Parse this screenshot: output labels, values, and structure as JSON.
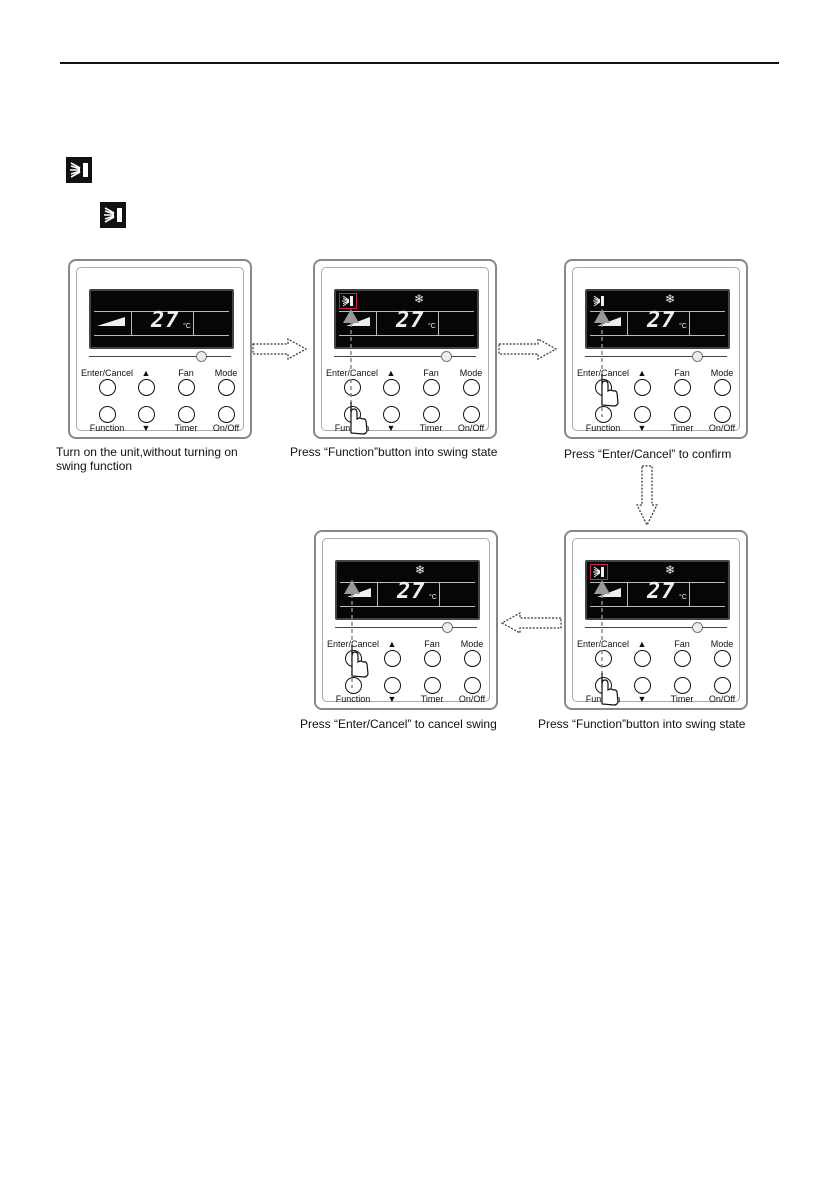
{
  "buttons": {
    "enter": "Enter/Cancel",
    "up": "▲",
    "fan": "Fan",
    "mode": "Mode",
    "function": "Function",
    "down": "▼",
    "timer": "Timer",
    "onoff": "On/Off"
  },
  "display": {
    "temperature": "27",
    "unit": "°C",
    "snow_glyph": "❄"
  },
  "captions": {
    "p1a": "Turn on the unit,without turning on",
    "p1b": "swing function",
    "p2": "Press “Function”button into swing state",
    "p3": "Press “Enter/Cancel” to confirm",
    "p4": "Press “Enter/Cancel” to cancel swing",
    "p5": "Press “Function”button into swing state"
  },
  "icons": {
    "swing": "swing-icon",
    "hand": "hand-pointer-icon",
    "arrow": "dashed-arrow-icon"
  },
  "colors": {
    "screen": "#060606",
    "highlight": "#c8205a"
  }
}
